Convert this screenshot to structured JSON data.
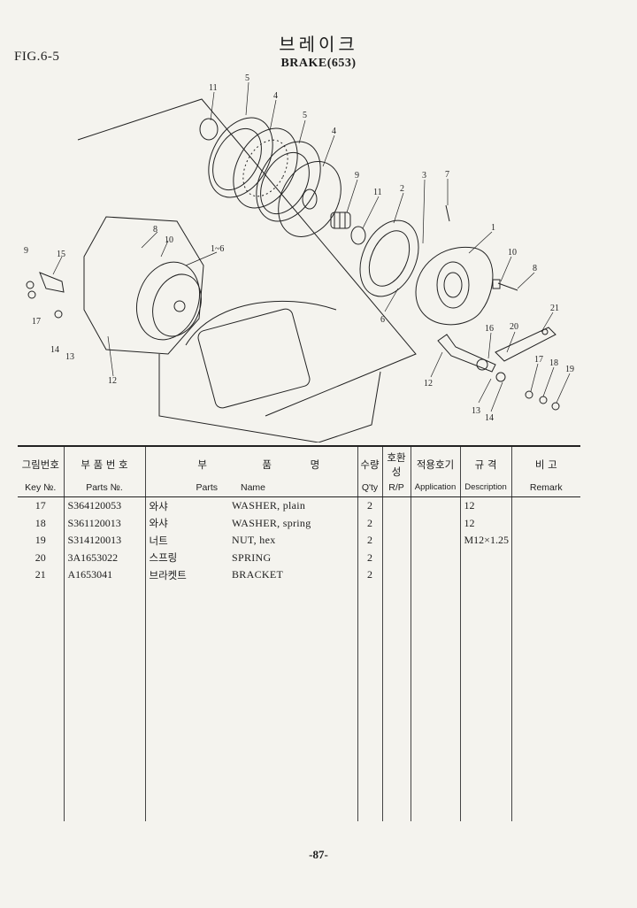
{
  "figure_label": "FIG.6-5",
  "title_korean": "브레이크",
  "title_english": "BRAKE(653)",
  "callouts": [
    "11",
    "5",
    "4",
    "5",
    "4",
    "9",
    "11",
    "2",
    "3",
    "7",
    "1",
    "8",
    "10",
    "1~6",
    "9",
    "15",
    "17",
    "14",
    "13",
    "12",
    "10",
    "8",
    "6",
    "21",
    "16",
    "20",
    "17",
    "18",
    "19",
    "12",
    "13",
    "14"
  ],
  "table": {
    "headers_ko": {
      "key": "그림번호",
      "parts_no": "부 품 번 호",
      "parts_name_a": "부",
      "parts_name_b": "품",
      "parts_name_c": "명",
      "qty": "수량",
      "rp": "호환성",
      "application": "적용호기",
      "description": "규 격",
      "remark": "비 고"
    },
    "headers_en": {
      "key": "Key №.",
      "parts_no": "Parts №.",
      "parts_name_a": "Parts",
      "parts_name_b": "Name",
      "qty": "Q'ty",
      "rp": "R/P",
      "application": "Application",
      "description": "Description",
      "remark": "Remark"
    },
    "rows": [
      {
        "key": "17",
        "parts_no": "S364120053",
        "name_ko": "와샤",
        "name_en": "WASHER, plain",
        "qty": "2",
        "rp": "",
        "application": "",
        "description": "12",
        "remark": ""
      },
      {
        "key": "18",
        "parts_no": "S361120013",
        "name_ko": "와샤",
        "name_en": "WASHER, spring",
        "qty": "2",
        "rp": "",
        "application": "",
        "description": "12",
        "remark": ""
      },
      {
        "key": "19",
        "parts_no": "S314120013",
        "name_ko": "너트",
        "name_en": "NUT, hex",
        "qty": "2",
        "rp": "",
        "application": "",
        "description": "M12×1.25",
        "remark": ""
      },
      {
        "key": "20",
        "parts_no": "3A1653022",
        "name_ko": "스프링",
        "name_en": "SPRING",
        "qty": "2",
        "rp": "",
        "application": "",
        "description": "",
        "remark": ""
      },
      {
        "key": "21",
        "parts_no": "A1653041",
        "name_ko": "브라켓트",
        "name_en": "BRACKET",
        "qty": "2",
        "rp": "",
        "application": "",
        "description": "",
        "remark": ""
      }
    ]
  },
  "page_number": "-87-"
}
